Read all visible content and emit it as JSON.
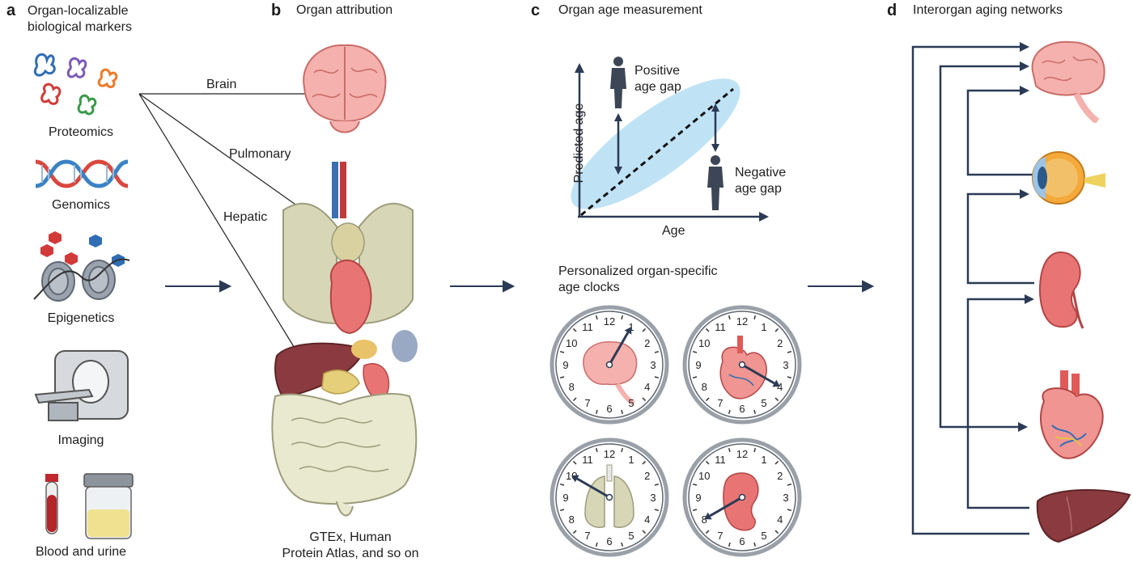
{
  "panels": {
    "a": {
      "letter": "a",
      "title_line1": "Organ-localizable",
      "title_line2": "biological markers",
      "items": [
        "Proteomics",
        "Genomics",
        "Epigenetics",
        "Imaging",
        "Blood and urine"
      ]
    },
    "b": {
      "letter": "b",
      "title": "Organ attribution",
      "organs": [
        "Brain",
        "Pulmonary",
        "Hepatic"
      ],
      "source_line1": "GTEx, Human",
      "source_line2": "Protein Atlas, and so on"
    },
    "c": {
      "letter": "c",
      "title": "Organ age measurement",
      "plot": {
        "ylabel": "Predicted age",
        "xlabel": "Age",
        "positive_line1": "Positive",
        "positive_line2": "age gap",
        "negative_line1": "Negative",
        "negative_line2": "age gap"
      },
      "clocks_title_line1": "Personalized organ-specific",
      "clocks_title_line2": "age clocks",
      "clock_numbers": [
        "12",
        "1",
        "2",
        "3",
        "4",
        "5",
        "6",
        "7",
        "8",
        "9",
        "10",
        "11"
      ]
    },
    "d": {
      "letter": "d",
      "title": "Interorgan aging networks"
    }
  },
  "colors": {
    "navy": "#2b3a55",
    "organ_pink": "#f2a7a3",
    "liver": "#8b3b3f",
    "lung": "#d7d7b8",
    "blue_ellipse": "#bfe3f5"
  }
}
